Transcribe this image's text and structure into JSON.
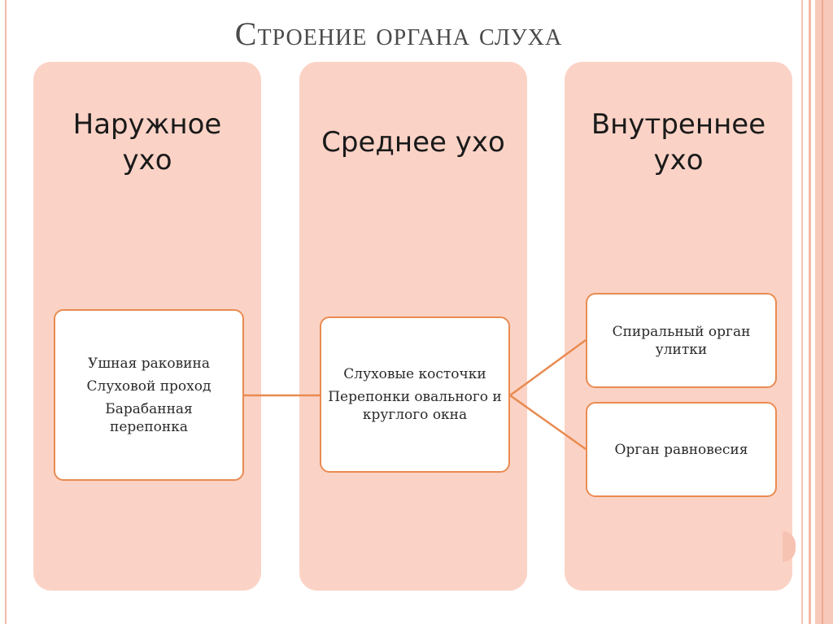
{
  "title": "Строение органа слуха",
  "columns": [
    {
      "heading": "Наружное ухо",
      "items": [
        "Ушная раковина",
        "Слуховой проход",
        "Барабанная перепонка"
      ]
    },
    {
      "heading": "Среднее ухо",
      "items": [
        "Слуховые косточки",
        "Перепонки овального и круглого окна"
      ]
    },
    {
      "heading": "Внутреннее ухо",
      "boxes": [
        "Спиральный орган улитки",
        "Орган равновесия"
      ]
    }
  ],
  "colors": {
    "column_fill": "#fbd3c6",
    "box_border": "#e98b51",
    "connector": "#e98b51",
    "title_text": "#4a4a4a"
  }
}
